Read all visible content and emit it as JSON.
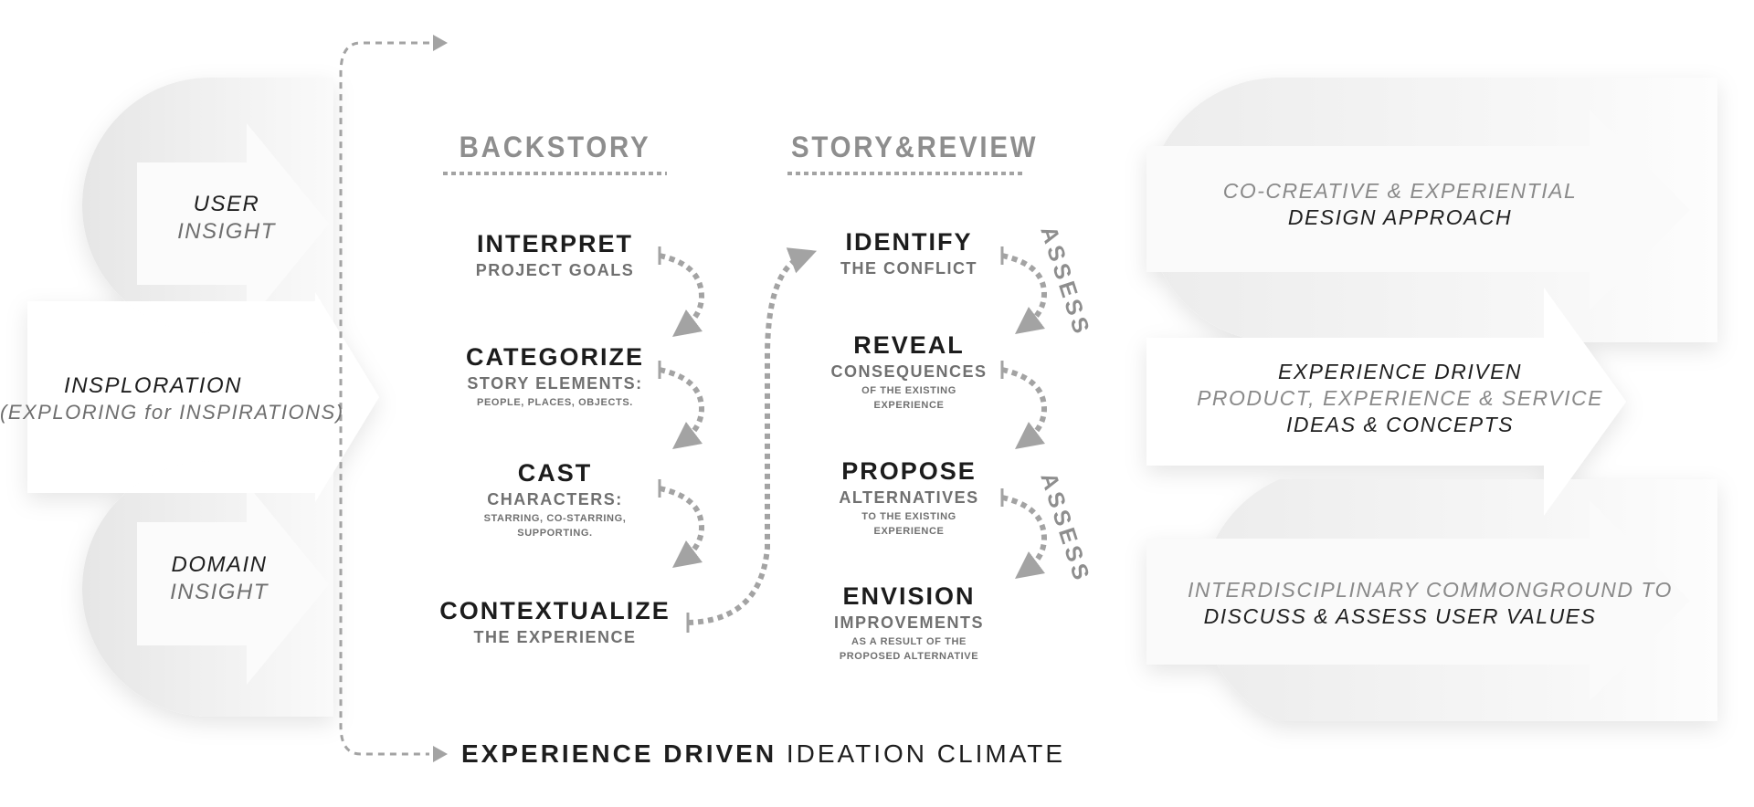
{
  "inputs": {
    "user": {
      "line1": "USER",
      "line2": "INSIGHT"
    },
    "domain": {
      "line1": "DOMAIN",
      "line2": "INSIGHT"
    },
    "insploration": {
      "line1": "INSPLORATION",
      "line2": "(EXPLORING for INSPIRATIONS)"
    }
  },
  "backstory": {
    "heading": "BACKSTORY",
    "steps": [
      {
        "title": "INTERPRET",
        "sub": "PROJECT GOALS",
        "detail1": "",
        "detail2": ""
      },
      {
        "title": "CATEGORIZE",
        "sub": "STORY ELEMENTS:",
        "detail1": "PEOPLE, PLACES, OBJECTS.",
        "detail2": ""
      },
      {
        "title": "CAST",
        "sub": "CHARACTERS:",
        "detail1": "STARRING, CO-STARRING,",
        "detail2": "SUPPORTING."
      },
      {
        "title": "CONTEXTUALIZE",
        "sub": "THE EXPERIENCE",
        "detail1": "",
        "detail2": ""
      }
    ]
  },
  "story_review": {
    "heading": "STORY&REVIEW",
    "steps": [
      {
        "title": "IDENTIFY",
        "sub": "THE CONFLICT",
        "detail1": "",
        "detail2": ""
      },
      {
        "title": "REVEAL",
        "sub": "CONSEQUENCES",
        "detail1": "OF THE EXISTING",
        "detail2": "EXPERIENCE"
      },
      {
        "title": "PROPOSE",
        "sub": "ALTERNATIVES",
        "detail1": "TO THE EXISTING",
        "detail2": "EXPERIENCE"
      },
      {
        "title": "ENVISION",
        "sub": "IMPROVEMENTS",
        "detail1": "AS A RESULT OF THE",
        "detail2": "PROPOSED ALTERNATIVE"
      }
    ],
    "assess_label_1": "ASSESS",
    "assess_label_2": "ASSESS"
  },
  "outputs": [
    {
      "light": "CO-CREATIVE & EXPERIENTIAL",
      "middle": "",
      "dark": "DESIGN APPROACH"
    },
    {
      "dark_top": "EXPERIENCE DRIVEN",
      "light": "PRODUCT, EXPERIENCE & SERVICE",
      "dark": "IDEAS & CONCEPTS"
    },
    {
      "light": "INTERDISCIPLINARY COMMONGROUND TO",
      "middle": "",
      "dark": "DISCUSS & ASSESS USER VALUES"
    }
  ],
  "footer": {
    "bold": "EXPERIENCE DRIVEN",
    "regular": "IDEATION CLIMATE"
  },
  "colors": {
    "dark_text": "#1e1e1e",
    "grey_text": "#8e8e8e",
    "arrow_grey": "#a3a3a3",
    "shape_light": "#f4f4f4"
  }
}
